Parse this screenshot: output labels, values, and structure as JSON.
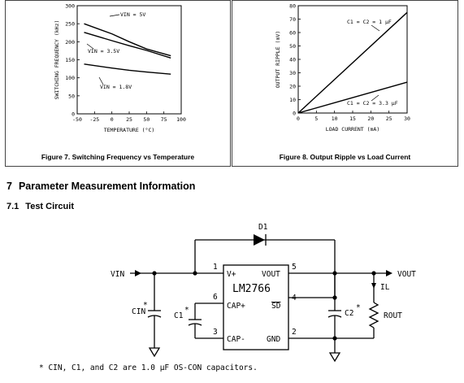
{
  "figure7": {
    "caption": "Figure 7.  Switching Frequency vs Temperature",
    "chart_data": {
      "type": "line",
      "xlabel": "TEMPERATURE (°C)",
      "ylabel": "SWITCHING FREQUENCY (kHz)",
      "xlim": [
        -50,
        100
      ],
      "ylim": [
        0,
        300
      ],
      "xticks": [
        -50,
        -25,
        0,
        25,
        50,
        75,
        100
      ],
      "yticks": [
        0,
        50,
        100,
        150,
        200,
        250,
        300
      ],
      "grid": false,
      "series": [
        {
          "name": "VIN = 5V",
          "x": [
            -40,
            0,
            25,
            50,
            85
          ],
          "y": [
            250,
            222,
            200,
            180,
            161
          ]
        },
        {
          "name": "VIN = 3.5V",
          "x": [
            -40,
            0,
            25,
            50,
            85
          ],
          "y": [
            226,
            203,
            189,
            176,
            155
          ]
        },
        {
          "name": "VIN = 1.8V",
          "x": [
            -40,
            0,
            25,
            50,
            85
          ],
          "y": [
            138,
            127,
            121,
            116,
            110
          ]
        }
      ],
      "annotations": [
        {
          "text": "VIN = 5V",
          "series": 0
        },
        {
          "text": "VIN = 3.5V",
          "series": 1
        },
        {
          "text": "VIN = 1.8V",
          "series": 2
        }
      ]
    }
  },
  "figure8": {
    "caption": "Figure 8.  Output Ripple vs Load Current",
    "chart_data": {
      "type": "line",
      "xlabel": "LOAD CURRENT (mA)",
      "ylabel": "OUTPUT RIPPLE (mV)",
      "xlim": [
        0,
        30
      ],
      "ylim": [
        0,
        80
      ],
      "xticks": [
        0,
        5,
        10,
        15,
        20,
        25,
        30
      ],
      "yticks": [
        0,
        10,
        20,
        30,
        40,
        50,
        60,
        70,
        80
      ],
      "grid": false,
      "series": [
        {
          "name": "C1 = C2 = 1 µF",
          "x": [
            0,
            30
          ],
          "y": [
            0,
            75
          ]
        },
        {
          "name": "C1 = C2 = 3.3 µF",
          "x": [
            0,
            30
          ],
          "y": [
            0,
            23
          ]
        }
      ],
      "annotations": [
        {
          "text": "C1 = C2 = 1 µF",
          "series": 0
        },
        {
          "text": "C1 = C2 = 3.3 µF",
          "series": 1
        }
      ]
    }
  },
  "section": {
    "number": "7",
    "title": "Parameter Measurement Information"
  },
  "subsection": {
    "number": "7.1",
    "title": "Test Circuit"
  },
  "circuit": {
    "chip": "LM2766",
    "pins": {
      "p1": "1",
      "p2": "2",
      "p3": "3",
      "p4": "4",
      "p5": "5",
      "p6": "6",
      "vplus": "V+",
      "vout": "VOUT",
      "capplus": "CAP+",
      "sd": "SD",
      "capminus": "CAP-",
      "gnd": "GND"
    },
    "labels": {
      "vin": "VIN",
      "vout": "VOUT",
      "d1": "D1",
      "il": "IL",
      "cin": "CIN",
      "c1": "C1",
      "c2": "C2",
      "rout": "ROUT",
      "star": "*"
    }
  },
  "footnote": "* CIN, C1, and C2 are 1.0 µF OS-CON capacitors."
}
